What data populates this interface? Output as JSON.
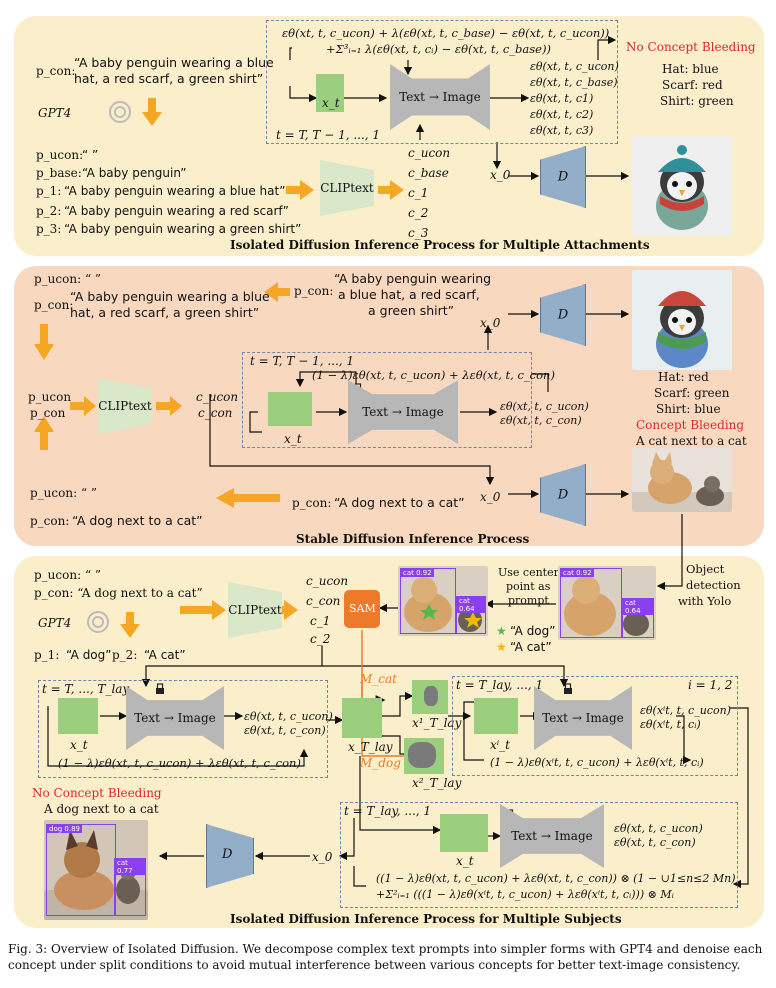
{
  "section1": {
    "title": "Isolated Diffusion Inference Process for Multiple Attachments",
    "p_con_label": "p_con:",
    "p_con_text_1": "“A baby penguin wearing a blue",
    "p_con_text_2": "hat, a red scarf, a green shirt”",
    "gpt4_label": "GPT4",
    "prompt_labels": [
      "p_ucon:",
      "p_base:",
      "p_1:",
      "p_2:",
      "p_3:"
    ],
    "prompt_texts": [
      "“ ”",
      "“A baby penguin”",
      "“A baby penguin wearing a blue hat”",
      "“A baby penguin wearing a red scarf”",
      "“A baby penguin wearing a green shirt”"
    ],
    "clip_label": "CLIPtext",
    "conditions": [
      "c_ucon",
      "c_base",
      "c_1",
      "c_2",
      "c_3"
    ],
    "formula_1": "εθ(xt, t, c_ucon) + λ(εθ(xt, t, c_base) − εθ(xt, t, c_ucon))",
    "formula_2": "+Σ³ᵢ₌₁ λ(εθ(xt, t, cᵢ) − εθ(xt, t, c_base))",
    "latent_label": "x_t",
    "timestep_label": "t = T, T − 1, ..., 1",
    "unet_label": "Text → Image",
    "eps_outputs": [
      "εθ(xt, t, c_ucon)",
      "εθ(xt, t, c_base)",
      "εθ(xt, t, c1)",
      "εθ(xt, t, c2)",
      "εθ(xt, t, c3)"
    ],
    "x0_label": "x_0",
    "decoder_label": "D",
    "no_bleeding_title": "No Concept Bleeding",
    "attributes": [
      "Hat: blue",
      "Scarf: red",
      "Shirt: green"
    ]
  },
  "section2": {
    "title": "Stable Diffusion Inference Process",
    "p_ucon_top": "p_ucon: “ ”",
    "p_con_top_label": "p_con:",
    "p_con_top_text_1": "“A baby penguin wearing a blue",
    "p_con_top_text_2": "hat, a red scarf, a green shirt”",
    "p_con_right_label": "p_con:",
    "p_con_right_text_1": "“A baby penguin wearing",
    "p_con_right_text_2": "a blue hat, a red scarf,",
    "p_con_right_text_3": "a green shirt”",
    "mid_labels": [
      "p_ucon",
      "p_con"
    ],
    "clip_label": "CLIPtext",
    "mid_conditions": [
      "c_ucon",
      "c_con"
    ],
    "timestep_label": "t = T, T − 1, ..., 1",
    "formula": "(1 − λ)εθ(xt, t, c_ucon) + λεθ(xt, t, c_con)",
    "latent_label": "x_t",
    "unet_label": "Text → Image",
    "eps_outputs": [
      "εθ(xt, t, c_ucon)",
      "εθ(xt, t, c_con)"
    ],
    "x0_label": "x_0",
    "decoder_label": "D",
    "bleeding_attributes": [
      "Hat: red",
      "Scarf: green",
      "Shirt: blue"
    ],
    "bleeding_title": "Concept Bleeding",
    "cat_caption": "A cat next to a cat",
    "p_ucon_bottom": "p_ucon: “ ”",
    "p_con_bottom_label": "p_con:",
    "p_con_bottom_text": "“A dog next to a cat”",
    "p_con_bottom_right_label": "p_con:",
    "p_con_bottom_right_text": "“A dog next to a cat”"
  },
  "section3": {
    "title": "Isolated Diffusion Inference Process for Multiple Subjects",
    "p_ucon": "p_ucon: “ ”",
    "p_con": "p_con: “A dog next to a cat”",
    "gpt4_label": "GPT4",
    "p1_label": "p_1:",
    "p1_text": "“A dog”",
    "p2_label": "p_2:",
    "p2_text": "“A cat”",
    "clip_label": "CLIPtext",
    "conditions": [
      "c_ucon",
      "c_con",
      "c_1",
      "c_2"
    ],
    "sam_label": "SAM",
    "center_note_1": "Use center",
    "center_note_2": "point as",
    "center_note_3": "prompt",
    "legend_dog": "“A dog”",
    "legend_cat": "“A cat”",
    "yolo_note_1": "Object",
    "yolo_note_2": "detection",
    "yolo_note_3": "with Yolo",
    "det_labels": [
      "cat 0.92",
      "cat 0.64"
    ],
    "left_timestep": "t = T, ..., T_lay",
    "left_formula": "(1 − λ)εθ(xt, t, c_ucon) + λεθ(xt, t, c_con)",
    "left_eps": [
      "εθ(xt, t, c_ucon)",
      "εθ(xt, t, c_con)"
    ],
    "latent_label": "x_t",
    "unet_label": "Text → Image",
    "x_lay_label": "x_T_lay",
    "mask_cat": "M_cat",
    "mask_dog": "M_dog",
    "x1_lay": "x¹_T_lay",
    "x2_lay": "x²_T_lay",
    "right_timestep": "t = T_lay, ..., 1",
    "right_index": "i = 1, 2",
    "right_latent": "xⁱ_t",
    "right_eps": [
      "εθ(xⁱt, t, c_ucon)",
      "εθ(xⁱt, t, cᵢ)"
    ],
    "right_formula": "(1 − λ)εθ(xⁱt, t, c_ucon) + λεθ(xⁱt, t, cᵢ)",
    "bottom_timestep": "t = T_lay, ..., 1",
    "bottom_eps": [
      "εθ(xt, t, c_ucon)",
      "εθ(xt, t, c_con)"
    ],
    "bottom_formula_1": "((1 − λ)εθ(xt, t, c_ucon) + λεθ(xt, t, c_con)) ⊗ (1 − ∪1≤n≤2 Mn)",
    "bottom_formula_2": "+Σ²ᵢ₌₁ (((1 − λ)εθ(xⁱt, t, c_ucon) + λεθ(xⁱt, t, cᵢ))) ⊗ Mᵢ",
    "x0_label": "x_0",
    "decoder_label": "D",
    "no_bleeding_title": "No Concept Bleeding",
    "dog_caption": "A dog next to a cat",
    "final_det_labels": [
      "dog 0.89",
      "cat 0.77"
    ]
  },
  "caption": {
    "line_1": "Fig. 3: Overview of Isolated Diffusion. We decompose complex text prompts into simpler forms with GPT4 and denoise each",
    "line_2": "concept under split conditions to avoid mutual interference between various concepts for better text-image consistency."
  },
  "colors": {
    "accent_red": "#d62b2b",
    "arrow_orange": "#f5a623",
    "dash_blue": "#6f86a8",
    "sam_orange": "#ec7a2a",
    "latent_green": "#9ccf7d"
  },
  "icons": {
    "gpt": "openai-logo-icon",
    "lock": "lock-icon",
    "star_green": "green-star-icon",
    "star_yellow": "yellow-star-icon"
  }
}
